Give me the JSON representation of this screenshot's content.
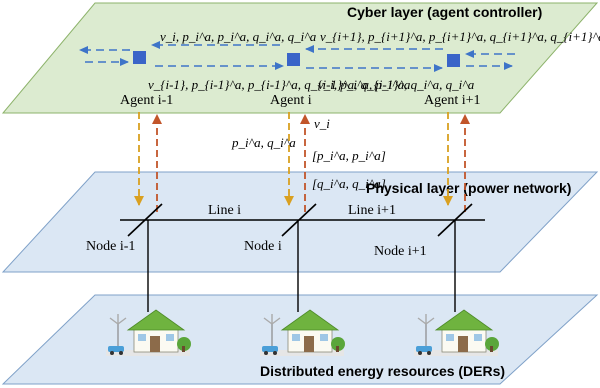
{
  "layers": {
    "cyber": {
      "title": "Cyber layer (agent controller)",
      "color": "#dcebd0",
      "border": "#8db36b"
    },
    "physical": {
      "title": "Physical layer (power network)",
      "color": "#dbe7f4",
      "border": "#7fa1c8"
    },
    "der": {
      "title": "Distributed energy resources (DERs)",
      "color": "#dbe7f4",
      "border": "#7fa1c8"
    }
  },
  "agents": [
    {
      "label": "Agent i-1"
    },
    {
      "label": "Agent i"
    },
    {
      "label": "Agent i+1"
    }
  ],
  "nodes": [
    {
      "label": "Node i-1"
    },
    {
      "label": "Node i"
    },
    {
      "label": "Node i+1"
    }
  ],
  "lines": [
    {
      "label": "Line i"
    },
    {
      "label": "Line i+1"
    }
  ],
  "messages": {
    "agent_i_top": "v_i, p_i^a, p_i^a, q_i^a, q_i^a",
    "agent_i_bottom": "v_{i-1}, p_{i-1}^a, p_{i-1}^a, q_{i-1}^a, q_{i-1}^a",
    "agent_ip1_top": "v_{i+1}, p_{i+1}^a, p_{i+1}^a, q_{i+1}^a, q_{i+1}^a",
    "agent_ip1_bottom": "v_i, p_i^a, p_i^a, q_i^a, q_i^a",
    "down_signal": "p_i^a, q_i^a",
    "up_v": "v_i",
    "up_p_range": "[p_i^a, p_i^a]",
    "up_q_range": "[q_i^a, q_i^a]"
  },
  "colors": {
    "agent": "#3a64c8",
    "comm_arrow": "#3e74c8",
    "down_arrow": "#d9a020",
    "up_arrow": "#c2552a"
  }
}
